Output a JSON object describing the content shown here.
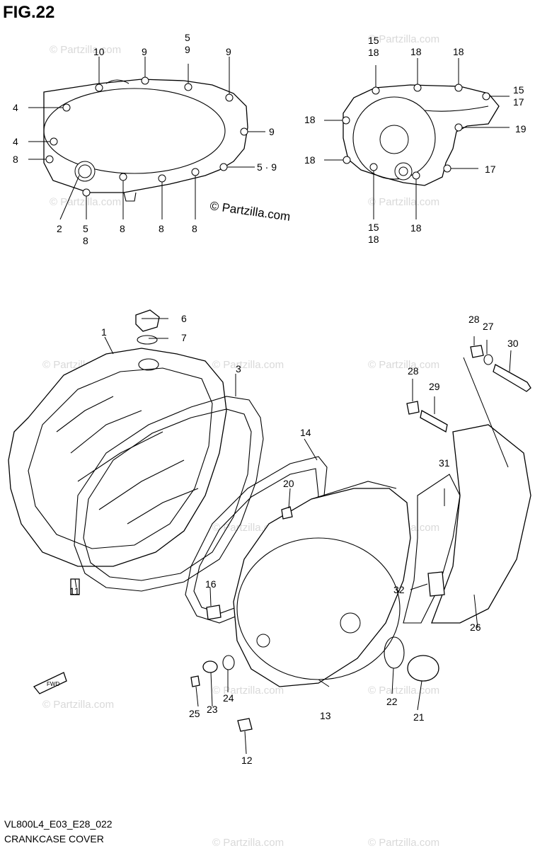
{
  "figure": {
    "title": "FIG.22",
    "code": "VL800L4_E03_E28_022",
    "name": "CRANKCASE COVER"
  },
  "watermark": {
    "brand": "© Partzilla.com",
    "label": "© Partzilla.com"
  },
  "fwd_badge": "FWD",
  "callouts": {
    "c1": "1",
    "c2": "2",
    "c3": "3",
    "c4a": "4",
    "c4b": "4",
    "c5_8": "5\n8",
    "c5_9_top": "5\n9",
    "c5_9": "5 · 9",
    "c6": "6",
    "c7": "7",
    "c8_left": "8",
    "c8_a": "8",
    "c8_b": "8",
    "c8_c": "8",
    "c9_a": "9",
    "c9_b": "9",
    "c9_c": "9",
    "c10": "10",
    "c11": "11",
    "c12": "12",
    "c13": "13",
    "c14": "14",
    "c15_17": "15\n17",
    "c15_18_top": "15\n18",
    "c15_18_bot": "15\n18",
    "c16": "16",
    "c17": "17",
    "c18_a": "18",
    "c18_b": "18",
    "c18_c": "18",
    "c18_d": "18",
    "c18_e": "18",
    "c19": "19",
    "c20": "20",
    "c21": "21",
    "c22": "22",
    "c23": "23",
    "c24": "24",
    "c25": "25",
    "c26": "26",
    "c27": "27",
    "c28_a": "28",
    "c28_b": "28",
    "c29": "29",
    "c30": "30",
    "c31": "31",
    "c32": "32"
  }
}
